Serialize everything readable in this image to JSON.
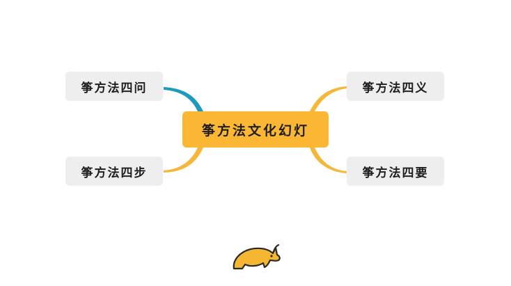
{
  "diagram": {
    "center": {
      "label": "筝方法文化幻灯"
    },
    "branches": [
      {
        "id": "top-left",
        "label": "筝方法四问",
        "color": "#1c9bbd"
      },
      {
        "id": "bottom-left",
        "label": "筝方法四步",
        "color": "#f4b73c"
      },
      {
        "id": "top-right",
        "label": "筝方法四义",
        "color": "#f4b73c"
      },
      {
        "id": "bottom-right",
        "label": "筝方法四要",
        "color": "#f4b73c"
      }
    ]
  },
  "colors": {
    "center_fill": "#fbb733",
    "branch_fill": "#eeeeee",
    "logo_fill": "#f5b731"
  },
  "logo": {
    "icon": "rhino-logo-icon"
  }
}
